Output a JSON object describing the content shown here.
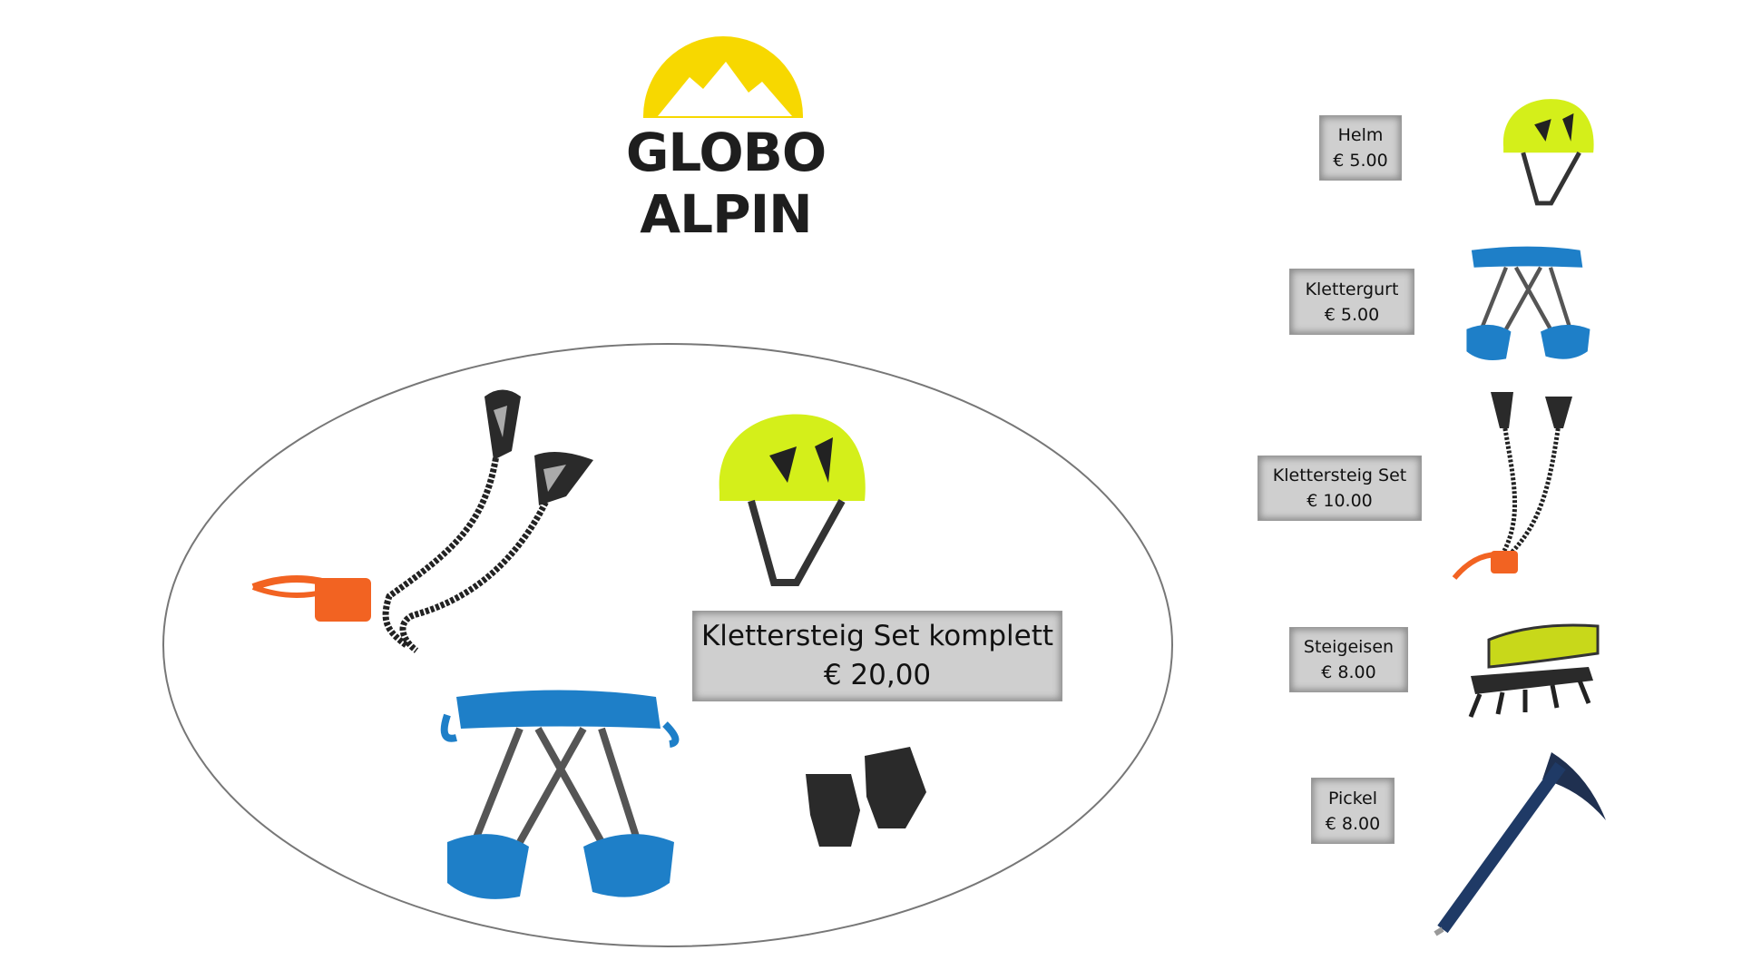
{
  "brand": {
    "name": "GLOBO ALPIN",
    "logo_color": "#f7d800"
  },
  "bundle": {
    "title": "Klettersteig Set komplett",
    "price": "€ 20,00"
  },
  "products": [
    {
      "name": "Helm",
      "price": "€ 5.00"
    },
    {
      "name": "Klettergurt",
      "price": "€ 5.00"
    },
    {
      "name": "Klettersteig Set",
      "price": "€ 10.00"
    },
    {
      "name": "Steigeisen",
      "price": "€ 8.00"
    },
    {
      "name": "Pickel",
      "price": "€ 8.00"
    }
  ],
  "colors": {
    "helmet": "#d4ef1a",
    "harness": "#1e7fc8",
    "lanyard": "#f26322",
    "box": "#cfcfcf"
  }
}
